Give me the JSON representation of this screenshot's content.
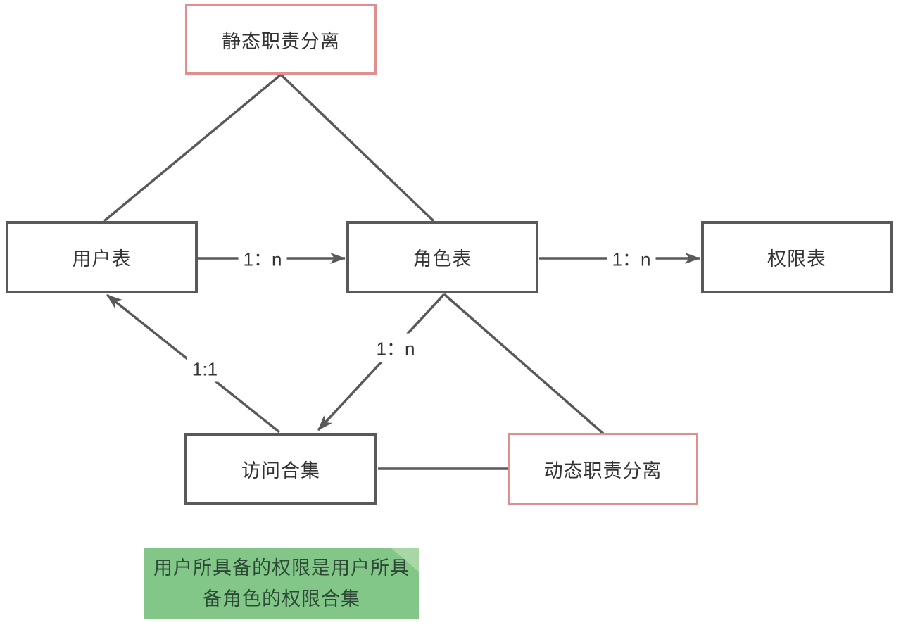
{
  "diagram": {
    "nodes": {
      "static_sod": {
        "label": "静态职责分离"
      },
      "user_table": {
        "label": "用户表"
      },
      "role_table": {
        "label": "角色表"
      },
      "permission_table": {
        "label": "权限表"
      },
      "access_set": {
        "label": "访问合集"
      },
      "dynamic_sod": {
        "label": "动态职责分离"
      }
    },
    "edges": {
      "user_to_role": {
        "label": "1：n"
      },
      "role_to_permission": {
        "label": "1：n"
      },
      "access_to_user": {
        "label": "1:1"
      },
      "role_to_access": {
        "label": "1：n"
      }
    },
    "note": {
      "line1": "用户所具备的权限是用户所具",
      "line2": "备角色的权限合集"
    },
    "colors": {
      "line_gray": "#595959",
      "box_border_gray": "#595959",
      "box_border_pink": "#e08e8e",
      "note_green": "#82c788",
      "note_fold_green": "#a8d6a4",
      "text": "#333333"
    }
  }
}
